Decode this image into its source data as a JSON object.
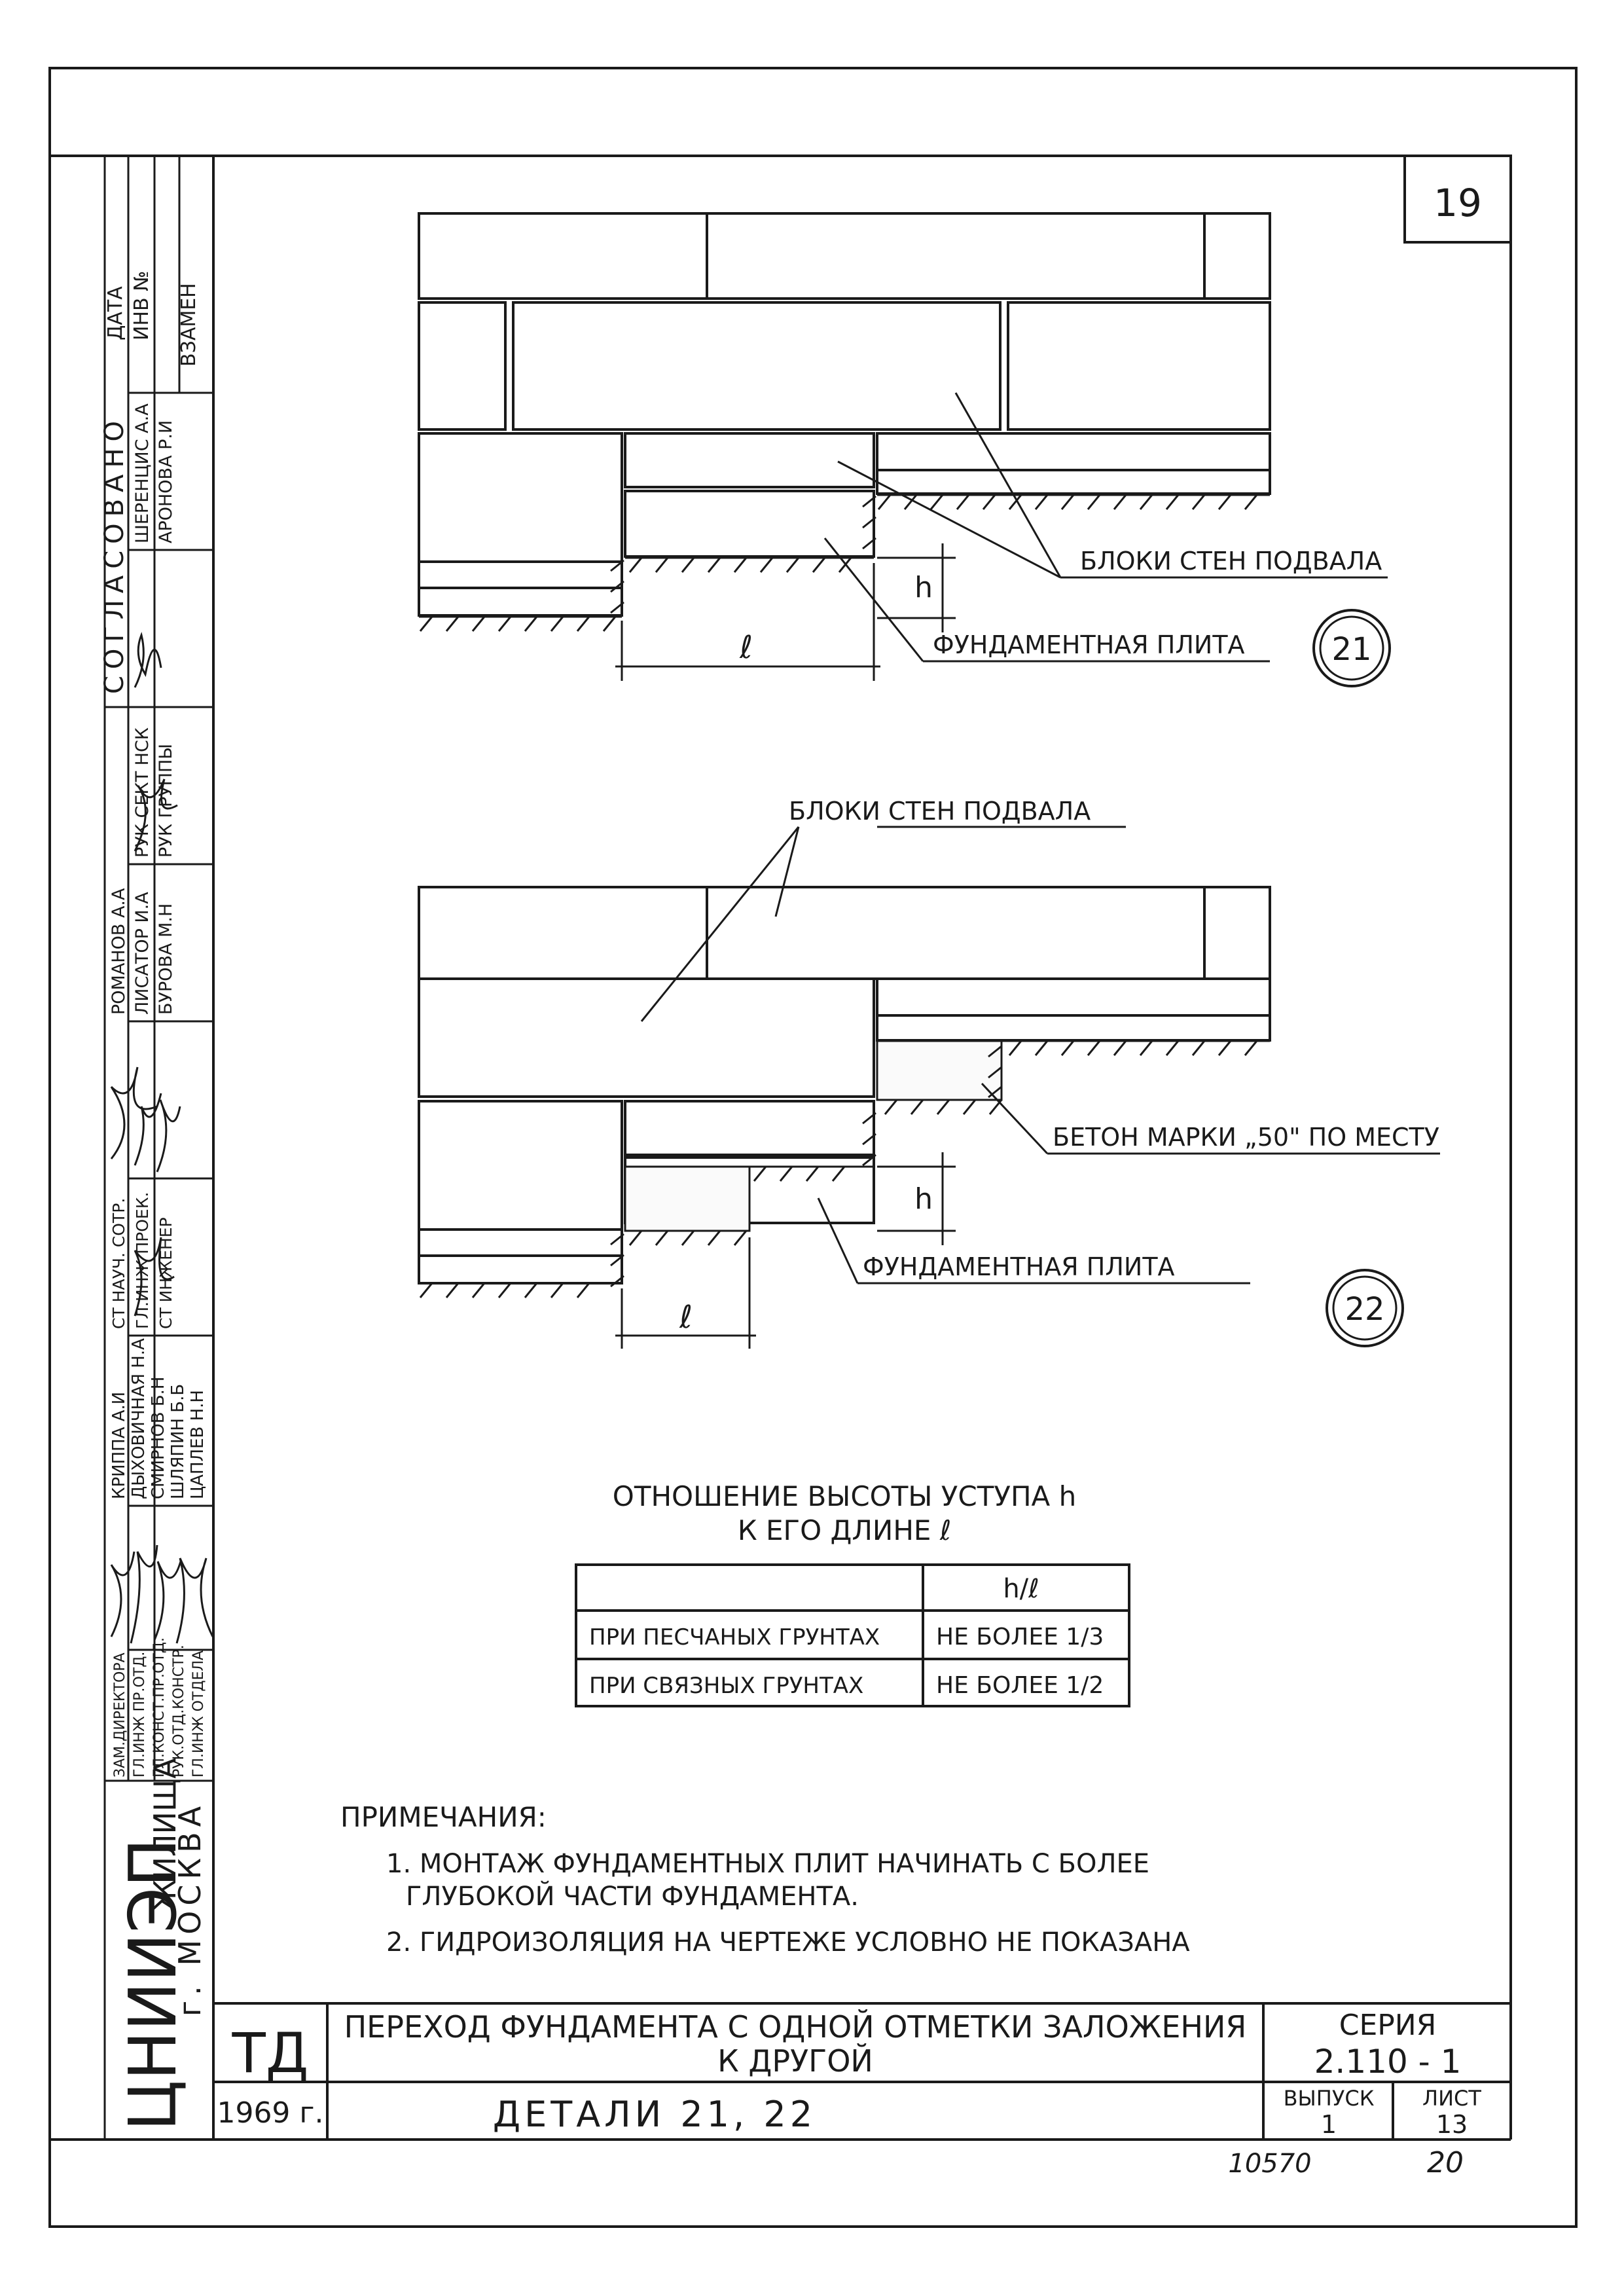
{
  "sheet_number": "19",
  "detail21": {
    "label_blocks": "БЛОКИ СТЕН ПОДВАЛА",
    "label_slab": "ФУНДАМЕНТНАЯ ПЛИТА",
    "dim_h": "h",
    "dim_l": "ℓ",
    "badge": "21"
  },
  "detail22": {
    "label_blocks": "БЛОКИ СТЕН ПОДВАЛА",
    "label_concrete": "БЕТОН МАРКИ „50\" ПО МЕСТУ",
    "label_slab": "ФУНДАМЕНТНАЯ ПЛИТА",
    "dim_h": "h",
    "dim_l": "ℓ",
    "badge": "22"
  },
  "ratio_table": {
    "title_line1": "ОТНОШЕНИЕ ВЫСОТЫ УСТУПА h",
    "title_line2": "К ЕГО ДЛИНЕ ℓ",
    "header": "h/ℓ",
    "rows": [
      {
        "soil": "ПРИ ПЕСЧАНЫХ ГРУНТАХ",
        "value": "НЕ БОЛЕЕ 1/3"
      },
      {
        "soil": "ПРИ СВЯЗНЫХ ГРУНТАХ",
        "value": "НЕ БОЛЕЕ 1/2"
      }
    ]
  },
  "notes": {
    "heading": "ПРИМЕЧАНИЯ:",
    "items": [
      "1. МОНТАЖ ФУНДАМЕНТНЫХ ПЛИТ НАЧИНАТЬ С БОЛЕЕ",
      "ГЛУБОКОЙ ЧАСТИ ФУНДАМЕНТА.",
      "2. ГИДРОИЗОЛЯЦИЯ НА ЧЕРТЕЖЕ УСЛОВНО НЕ ПОКАЗАНА"
    ]
  },
  "left_strip": {
    "top_labels": [
      "ДАТА",
      "ИНВ №",
      "ВЗАМЕН"
    ],
    "approved": "СОГЛАСОВАНО",
    "approvers": [
      "ШЕРЕНЦИС А.А",
      "АРОНОВА Р.И"
    ],
    "approver_roles": [
      "РУК СЕКТ НСК",
      "РУК ГРУППЫ"
    ],
    "staff_names_a": [
      "РОМАНОВ А.А",
      "ЛИСАТОР И.А",
      "БУРОВА М.Н"
    ],
    "staff_roles": [
      "СТ НАУЧ. СОТР.",
      "ГЛ.ИНЖ ПРОЕК.",
      "СТ ИНЖЕНЕР"
    ],
    "staff_names_b": [
      "КРИППА А.И",
      "ДЫХОВИЧНАЯ Н.А",
      "СМИРНОВ Б.Н",
      "ШЛЯПИН Б.Б",
      "ЦАПЛЕВ Н.Н"
    ],
    "leader_roles": [
      "ЗАМ.ДИРЕКТОРА",
      "ГЛ.ИНЖ ПР.ОТД.",
      "ГЛ.КОНСТ.ПР.ОТД.",
      "РУК.ОТД.КОНСТР.",
      "ГЛ.ИНЖ ОТДЕЛА"
    ],
    "institute": "ЦНИИЭП",
    "institute_suffix": "ЖИЛИЩА",
    "city": "г. МОСКВА"
  },
  "title_block": {
    "logo": "ТД",
    "year": "1969 г.",
    "title_line1": "ПЕРЕХОД ФУНДАМЕНТА С ОДНОЙ ОТМЕТКИ ЗАЛОЖЕНИЯ",
    "title_line2": "К ДРУГОЙ",
    "subtitle": "ДЕТАЛИ 21, 22",
    "series_label": "СЕРИЯ",
    "series_value": "2.110 - 1",
    "issue_label": "ВЫПУСК",
    "issue_value": "1",
    "sheet_label": "ЛИСТ",
    "sheet_value": "13"
  },
  "footer": {
    "code": "10570",
    "page": "20"
  }
}
